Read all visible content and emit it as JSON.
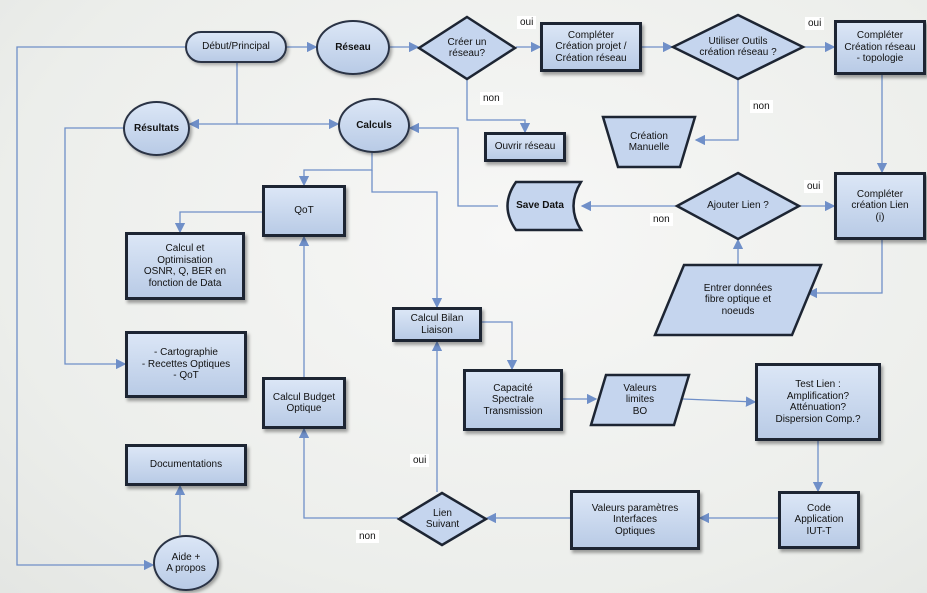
{
  "nodes": {
    "debut": "Début/Principal",
    "reseau": "Réseau",
    "creer_reseau": "Créer un\nréseau?",
    "completer_creation": "Compléter\nCréation projet /\nCréation réseau",
    "utiliser_outils": "Utiliser Outils\ncréation réseau ?",
    "completer_topologie": "Compléter\nCréation réseau\n- topologie",
    "resultats": "Résultats",
    "calculs": "Calculs",
    "ouvrir_reseau": "Ouvrir réseau",
    "creation_manuelle": "Création\nManuelle",
    "qot": "QoT",
    "save_data": "Save Data",
    "ajouter_lien": "Ajouter Lien ?",
    "completer_lien": "Compléter\ncréation Lien\n(i)",
    "calcul_optimisation": "Calcul et\nOptimisation\nOSNR, Q, BER en\nfonction de Data",
    "entrer_donnees": "Entrer données\nfibre optique et\nnoeuds",
    "calcul_bilan": "Calcul Bilan\nLiaison",
    "cartographie": "- Cartographie\n- Recettes Optiques\n- QoT",
    "capacite": "Capacité\nSpectrale\nTransmission",
    "valeurs_limites": "Valeurs\nlimites\nBO",
    "test_lien": "Test Lien :\nAmplification?\nAtténuation?\nDispersion Comp.?",
    "calcul_budget": "Calcul Budget\nOptique",
    "documentations": "Documentations",
    "valeurs_parametres": "Valeurs paramètres\nInterfaces\nOptiques",
    "code_application": "Code\nApplication\nIUT-T",
    "lien_suivant": "Lien\nSuivant",
    "aide": "Aide +\nA propos"
  },
  "edge_labels": {
    "oui_creer": "oui",
    "non_creer": "non",
    "oui_outils": "oui",
    "non_outils": "non",
    "oui_ajouter": "oui",
    "non_ajouter": "non",
    "oui_lien": "oui",
    "non_lien": "non"
  },
  "colors": {
    "node_fill_top": "#dbe6f6",
    "node_fill_bottom": "#b9cbe6",
    "border": "#1d2533",
    "connector": "#6f8fc8"
  }
}
